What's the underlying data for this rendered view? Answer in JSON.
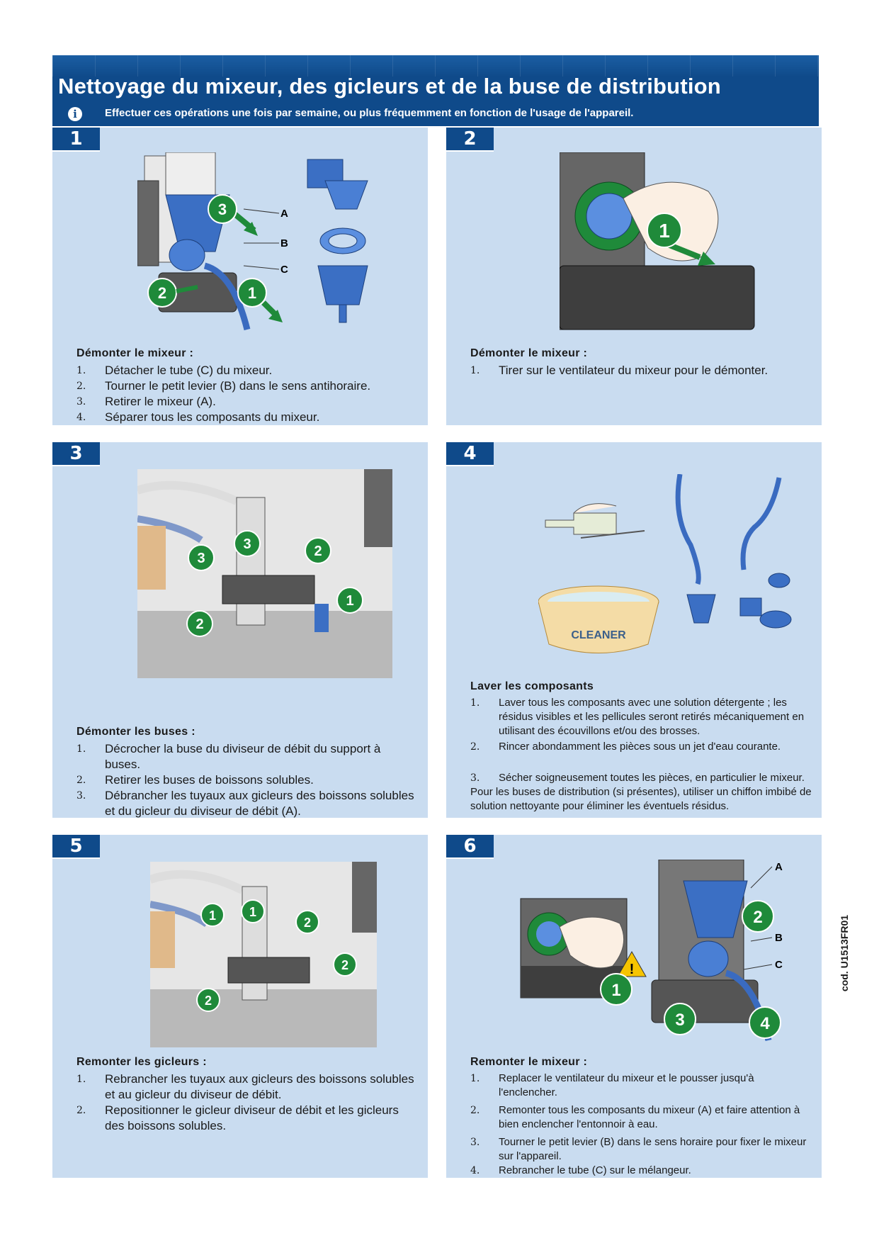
{
  "header": {
    "title": "Nettoyage du mixeur, des gicleurs et de la buse de distribution",
    "info_icon": "info-icon",
    "subtitle": "Effectuer ces opérations une fois par semaine, ou plus fréquemment en fonction de l'usage de l'appareil."
  },
  "colors": {
    "brand": "#0f4a8a",
    "panel": "#c9dcf0",
    "marker": "#1f8a3a"
  },
  "panels": [
    {
      "number": "1",
      "heading": "Démonter le mixeur :",
      "labels": [
        "A",
        "B",
        "C"
      ],
      "markers": [
        "3",
        "2",
        "1"
      ],
      "steps": [
        {
          "n": "1.",
          "text": "Détacher le tube (C) du mixeur."
        },
        {
          "n": "2.",
          "text": "Tourner le petit levier (B) dans le sens antihoraire."
        },
        {
          "n": "3.",
          "text": "Retirer le mixeur (A)."
        },
        {
          "n": "4.",
          "text": "Séparer tous les composants du mixeur."
        }
      ]
    },
    {
      "number": "2",
      "heading": "Démonter le mixeur :",
      "markers": [
        "1"
      ],
      "steps": [
        {
          "n": "1.",
          "text": "Tirer sur le ventilateur du mixeur pour le démonter."
        }
      ]
    },
    {
      "number": "3",
      "heading": "Démonter les buses :",
      "markers": [
        "3",
        "3",
        "2",
        "2",
        "1"
      ],
      "steps": [
        {
          "n": "1.",
          "text": "Décrocher la buse du diviseur de débit du support à buses."
        },
        {
          "n": "2.",
          "text": "Retirer les buses de boissons solubles."
        },
        {
          "n": "3.",
          "text": "Débrancher les tuyaux aux gicleurs des boissons solubles et du gicleur du diviseur de débit (A)."
        }
      ]
    },
    {
      "number": "4",
      "heading": "Laver les composants",
      "bowl_label": "CLEANER",
      "steps": [
        {
          "n": "1.",
          "text": "Laver tous les composants avec une solution détergente ; les résidus visibles et les pellicules seront retirés mécaniquement en utilisant des écouvillons et/ou des brosses."
        },
        {
          "n": "2.",
          "text": "Rincer abondamment les pièces sous un jet d'eau courante."
        },
        {
          "n": "3.",
          "text": "Sécher soigneusement toutes les pièces, en particulier le mixeur."
        }
      ],
      "extra": "Pour les buses de distribution (si présentes), utiliser un chiffon imbibé de solution nettoyante pour éliminer les éventuels résidus."
    },
    {
      "number": "5",
      "heading": "Remonter les gicleurs :",
      "markers": [
        "1",
        "1",
        "2",
        "2",
        "2"
      ],
      "steps": [
        {
          "n": "1.",
          "text": "Rebrancher les tuyaux aux gicleurs des boissons solubles et au gicleur du diviseur de débit."
        },
        {
          "n": "2.",
          "text": "Repositionner le gicleur diviseur de débit et les gicleurs des boissons solubles."
        }
      ]
    },
    {
      "number": "6",
      "heading": "Remonter le mixeur :",
      "labels": [
        "A",
        "B",
        "C"
      ],
      "markers": [
        "1",
        "2",
        "3",
        "4"
      ],
      "warning_icon": "warning-icon",
      "steps": [
        {
          "n": "1.",
          "text": "Replacer le ventilateur du mixeur et le pousser jusqu'à l'enclencher."
        },
        {
          "n": "2.",
          "text": "Remonter tous les composants du mixeur (A) et faire attention à bien enclencher l'entonnoir à eau."
        },
        {
          "n": "3.",
          "text": "Tourner le petit levier (B) dans le sens horaire pour fixer le mixeur sur l'appareil."
        },
        {
          "n": "4.",
          "text": "Rebrancher le tube (C) sur le mélangeur."
        }
      ]
    }
  ],
  "side_code": "cod. U1513FR01"
}
